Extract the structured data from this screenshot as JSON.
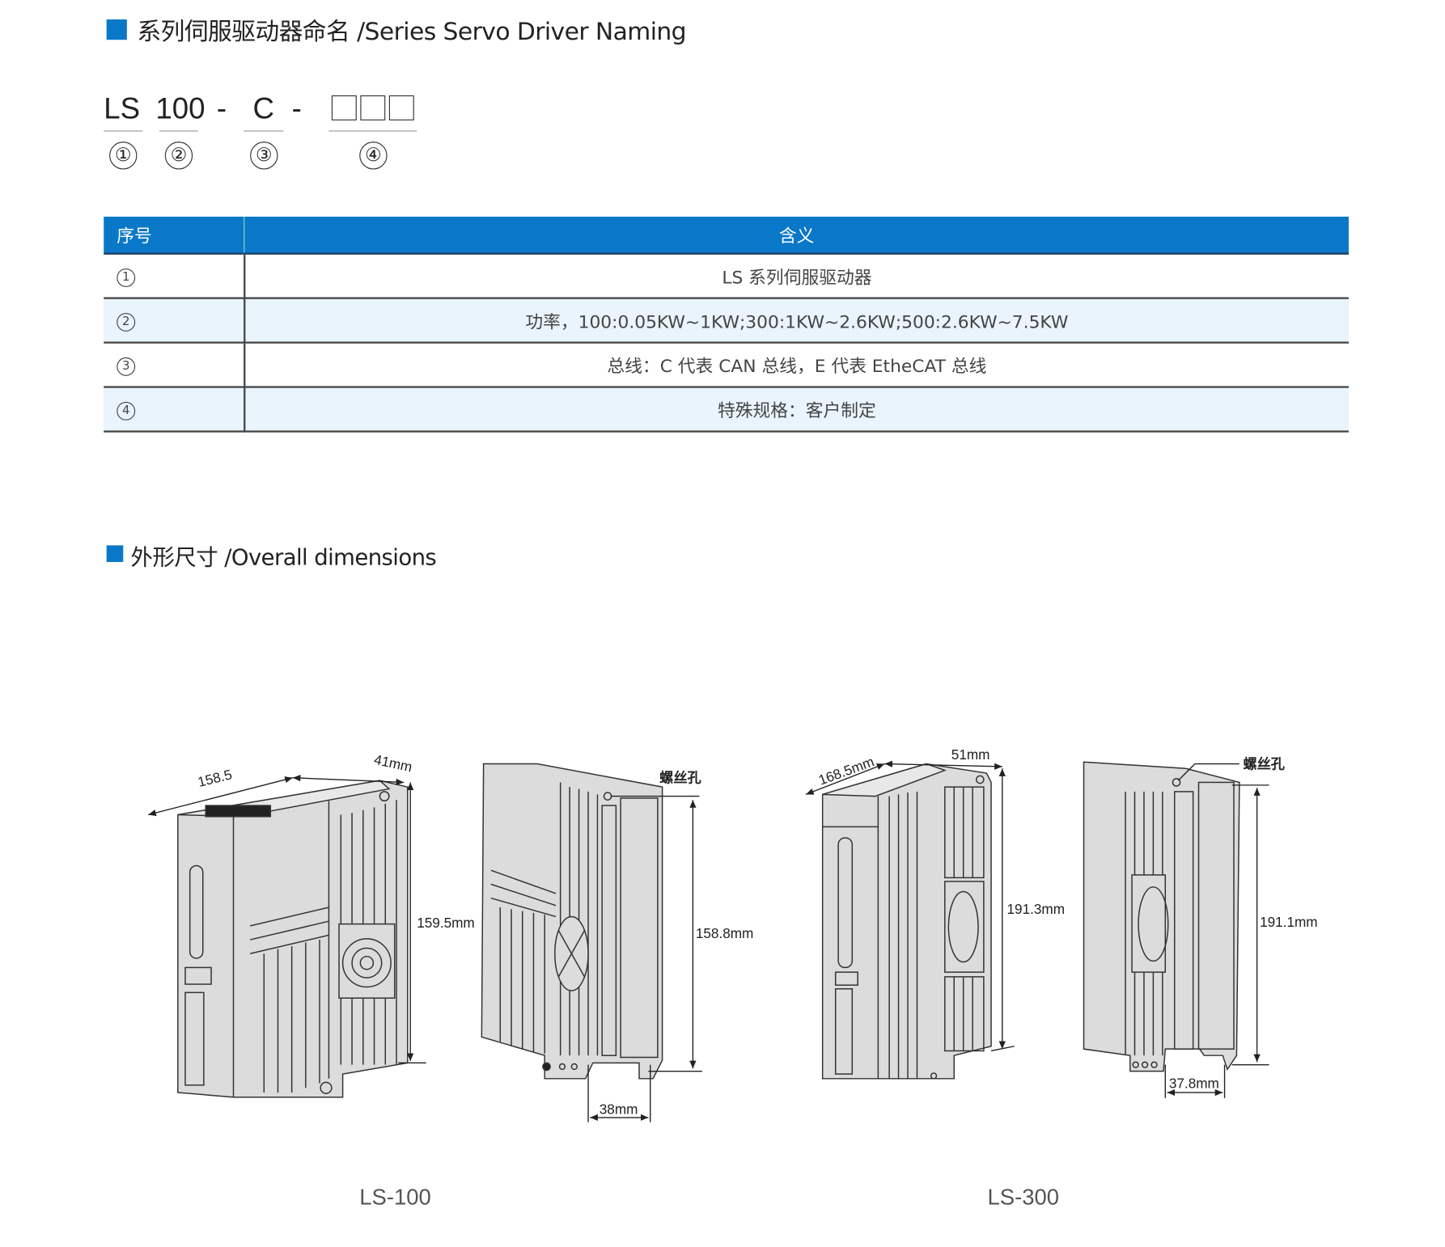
{
  "naming_section": {
    "title": "系列伺服驱动器命名 /Series Servo Driver Naming",
    "code": {
      "part1": "LS",
      "part2": "100",
      "sep": "-",
      "part3": "C",
      "markers": [
        "①",
        "②",
        "③",
        "④"
      ]
    },
    "table": {
      "headers": [
        "序号",
        "含义"
      ],
      "rows": [
        {
          "index": "1",
          "meaning": "LS 系列伺服驱动器"
        },
        {
          "index": "2",
          "meaning": "功率，100:0.05KW~1KW;300:1KW~2.6KW;500:2.6KW~7.5KW"
        },
        {
          "index": "3",
          "meaning": "总线：C 代表 CAN 总线，E 代表 EtheCAT 总线"
        },
        {
          "index": "4",
          "meaning": "特殊规格：客户制定"
        }
      ]
    }
  },
  "dimensions_section": {
    "title": "外形尺寸 /Overall dimensions",
    "models": [
      {
        "name": "LS-100",
        "depth": "158.5",
        "width": "41mm",
        "height_front": "159.5mm",
        "screw_hole": "螺丝孔",
        "height_back": "158.8mm",
        "hole_spacing": "38mm"
      },
      {
        "name": "LS-300",
        "depth": "168.5mm",
        "width": "51mm",
        "height_front": "191.3mm",
        "screw_hole": "螺丝孔",
        "height_back": "191.1mm",
        "hole_spacing": "37.8mm"
      }
    ]
  },
  "colors": {
    "accent": "#0a78c8",
    "row_alt": "#e9f4fc"
  }
}
